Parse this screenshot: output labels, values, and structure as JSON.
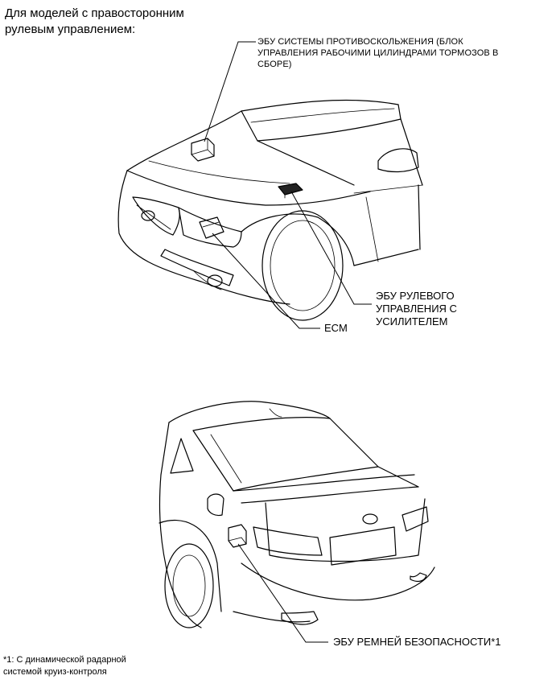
{
  "heading": "Для моделей с правосторонним\nрулевым управлением:",
  "labels": {
    "abs_ecu": "ЭБУ СИСТЕМЫ ПРОТИВОСКОЛЬЖЕНИЯ (БЛОК\nУПРАВЛЕНИЯ РАБОЧИМИ ЦИЛИНДРАМИ ТОРМОЗОВ В\nСБОРЕ)",
    "eps_ecu": "ЭБУ РУЛЕВОГО\nУПРАВЛЕНИЯ С\nУСИЛИТЕЛЕМ",
    "ecm": "ECM",
    "seatbelt_ecu": "ЭБУ РЕМНЕЙ БЕЗОПАСНОСТИ*1"
  },
  "footnote": "*1: С динамической радарной\nсистемой круиз-контроля"
}
